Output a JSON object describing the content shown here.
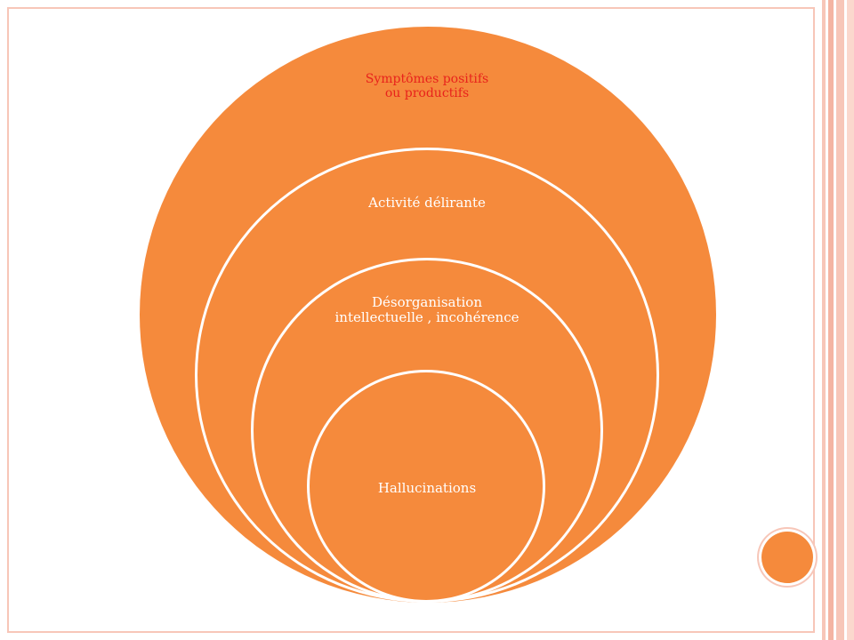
{
  "diagram": {
    "colors": {
      "fill": "#f58a3c",
      "ring_stroke": "#ffffff",
      "outer_label": "#e8231c",
      "inner_label": "#ffffff",
      "frame": "#f7c6b8"
    },
    "circles": [
      {
        "label": "Symptômes positifs ou productifs"
      },
      {
        "label": "Activité délirante"
      },
      {
        "label": "Désorganisation intellectuelle , incohérence"
      },
      {
        "label": "Hallucinations"
      }
    ]
  }
}
